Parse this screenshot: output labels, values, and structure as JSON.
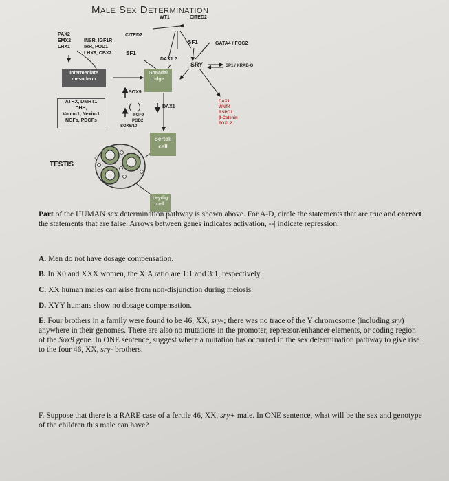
{
  "title": "Male Sex Determination",
  "diagram": {
    "wt1": "WT1",
    "cited2_top": "CITED2",
    "cited2_mid": "CITED2",
    "pax2": "PAX2",
    "emx2": "EMX2",
    "lhx1": "LHX1",
    "insr": "INSR, IGF1R",
    "irr": "IRR, POD1",
    "lhx9": "LHX9, CBX2",
    "sf1_left": "SF1",
    "sf1_right": "SF1",
    "gata4": "GATA4 / FOG2",
    "dax1_q": "DAX1 ?",
    "sry": "SRY",
    "sp1": "SP1 / KRAB-O",
    "intermediate_mesoderm": "Intermediate mesoderm",
    "gonadal_ridge": "Gonadal ridge",
    "sox9": "SOX9",
    "atrx_block": "ATRX, DMRT1\nDHH,\nVanin-1, Nexin-1\nNGFs, PDGFs",
    "fgf9": "FGF9",
    "pgd2": "PGD2",
    "sox6_10": "SOX6/10",
    "dax1_mid": "DAX1",
    "right_list": "DAX1\nWNT4\nRSPO1\nβ-Catenin\nFOXL2",
    "sertoli": "Sertoli cell",
    "testis": "TESTIS",
    "leydig": "Leydig cell"
  },
  "intro": {
    "part_word": "Part",
    "text": " of the HUMAN sex determination pathway is shown above. For A-D, circle the statements that are true and ",
    "correct": "correct",
    "text2": " the statements that are false. Arrows between genes indicates activation, --| indicate repression."
  },
  "questions": {
    "a_letter": "A.",
    "a_text": "Men do not have dosage compensation.",
    "b_letter": "B.",
    "b_text": "In X0 and XXX women, the X:A ratio are 1:1 and 3:1, respectively.",
    "c_letter": "C.",
    "c_text": "XX human males can arise from non-disjunction during meiosis.",
    "d_letter": "D.",
    "d_text": "XYY humans show no dosage compensation.",
    "e_letter": "E.",
    "e_text_1": "Four brothers in a family were found to be 46, XX, ",
    "e_sry1": "sry-",
    "e_text_2": "; there was no trace of the Y chromosome (including ",
    "e_sry2": "sry",
    "e_text_3": ") anywhere in their genomes. There are also no mutations in the promoter, repressor/enhancer elements, or coding region of the ",
    "e_sox9": "Sox9",
    "e_text_4": " gene. In ONE sentence, suggest where a mutation has occurred in the sex determination pathway to give rise to the four 46, XX, ",
    "e_sry3": "sry-",
    "e_text_5": " brothers.",
    "f_text_1": "F. Suppose that there is a RARE case of a fertile 46, XX, ",
    "f_sry": "sry+",
    "f_text_2": " male. In ONE sentence, what will be the sex and genotype of the children this male can have?"
  },
  "colors": {
    "dark_box": "#5b5b5b",
    "green_box": "#8a9a72",
    "paper": "#e4e2de"
  }
}
